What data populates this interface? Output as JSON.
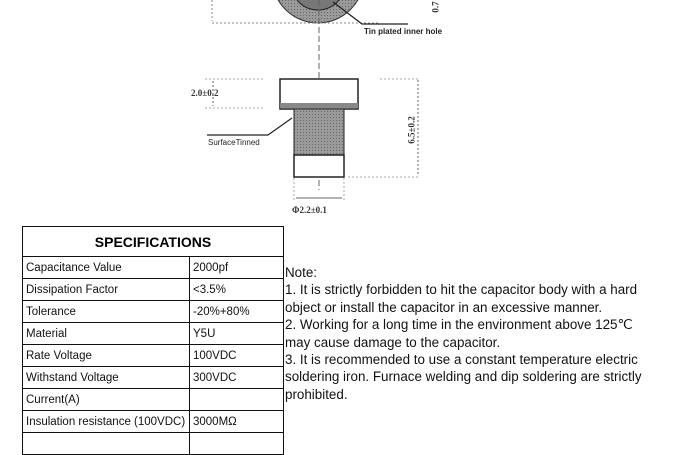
{
  "drawing": {
    "inner_hole_label": "Tin plated inner hole",
    "surface_label": "SurfaceTinned",
    "head_height": "2.0±0.2",
    "total_height": "6.5±0.2",
    "body_diameter": "Φ2.2±0.1",
    "top_right_dim": "0.7"
  },
  "specs": {
    "title": "SPECIFICATIONS",
    "rows": [
      {
        "k": "Capacitance Value",
        "v": "2000pf"
      },
      {
        "k": "Dissipation Factor",
        "v": "<3.5%"
      },
      {
        "k": "Tolerance",
        "v": "-20%+80%"
      },
      {
        "k": "Material",
        "v": "Y5U"
      },
      {
        "k": "Rate Voltage",
        "v": "100VDC"
      },
      {
        "k": "Withstand Voltage",
        "v": "300VDC"
      },
      {
        "k": "Current(A)",
        "v": ""
      },
      {
        "k": "Insulation resistance (100VDC)",
        "v": "3000MΩ"
      }
    ]
  },
  "notes": {
    "title": "Note:",
    "items": [
      "1. It is strictly forbidden to hit the capacitor body with a hard object or install the capacitor in an excessive manner.",
      "2. Working for a long time in the environment above 125℃ may cause damage to the capacitor.",
      "3. It is recommended to use a constant temperature electric soldering iron. Furnace welding and dip soldering are strictly prohibited."
    ]
  }
}
